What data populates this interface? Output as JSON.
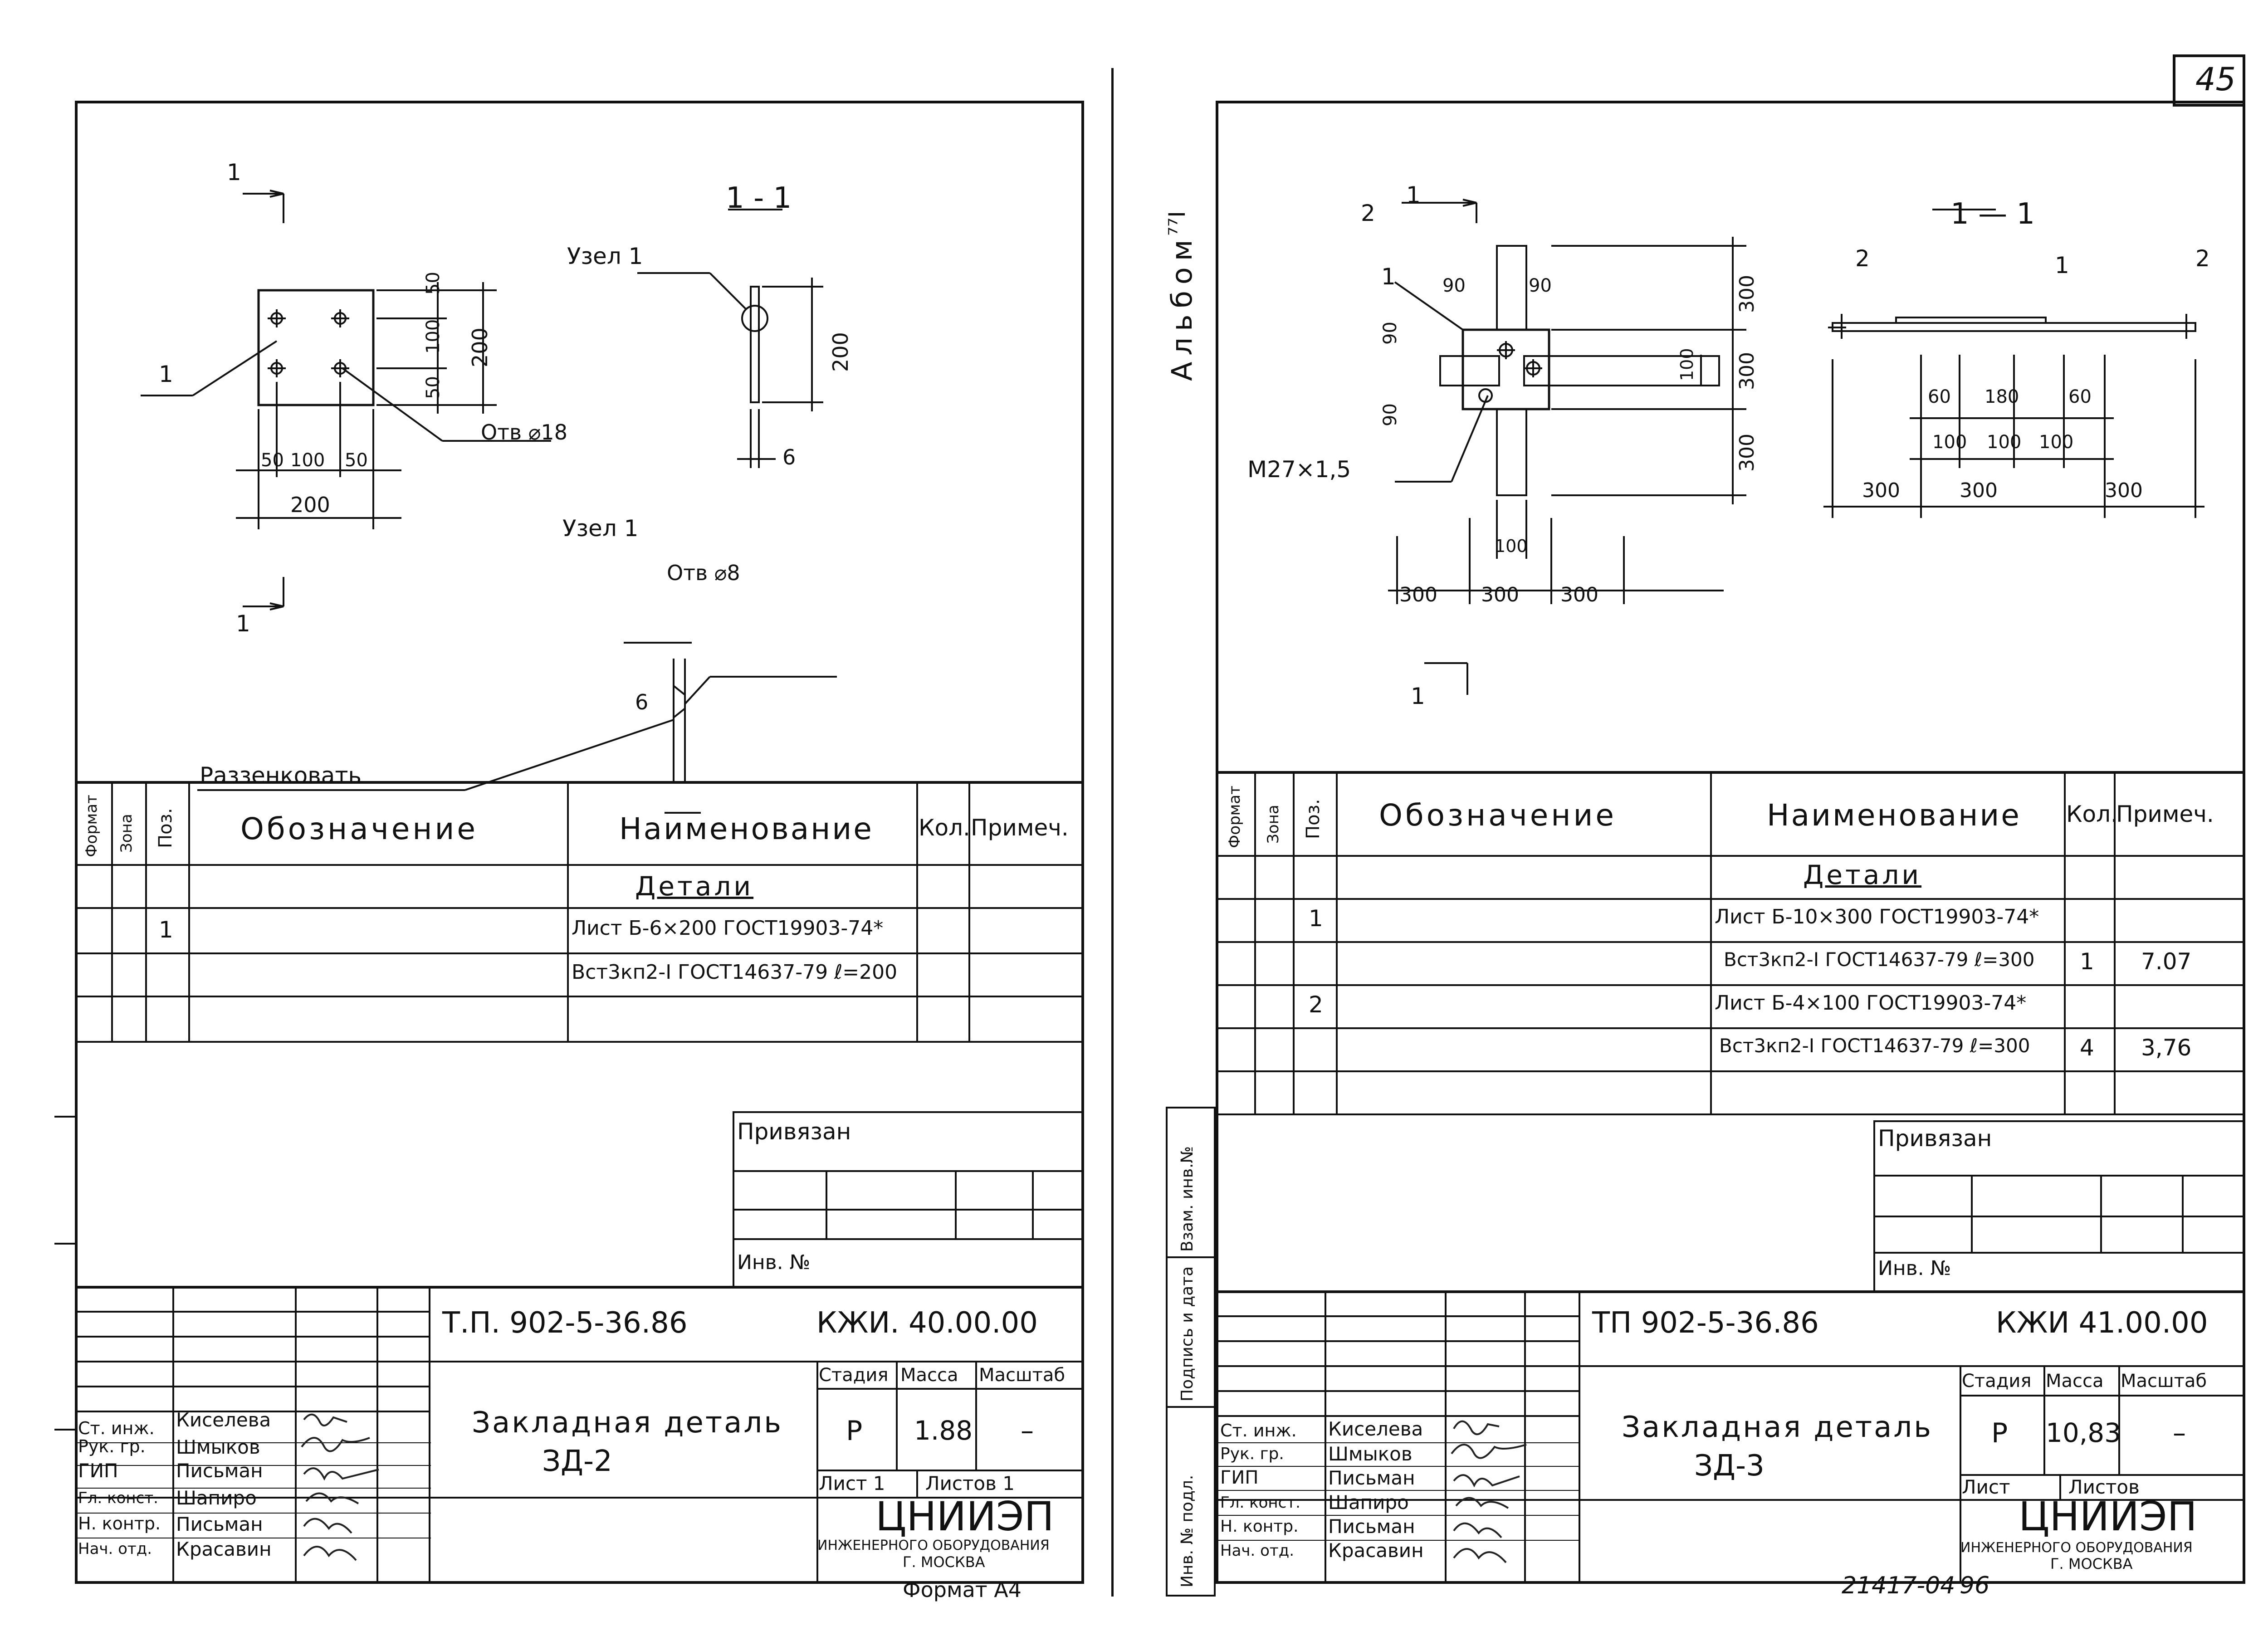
{
  "page_number": "45",
  "album_label": "Альбом",
  "album_mark": "⁷⁷I",
  "bottom_code": "21417-04",
  "bottom_code_tail": "96",
  "format_label": "Формат А4",
  "side_labels": [
    "Инв. № подл.",
    "Подпись и дата",
    "Взам. инв.№"
  ],
  "sheets": [
    {
      "drawing": {
        "section_marks": [
          "1",
          "1"
        ],
        "section_title": "1 - 1",
        "node_label": "Узел 1",
        "node_title": "Узел 1",
        "pos1": "1",
        "hole18": "Отв ⌀18",
        "hole8": "Отв ⌀8",
        "countersink": "Раззенковать",
        "dims_v": [
          "50",
          "100",
          "50",
          "200"
        ],
        "dims_h": [
          "50",
          "100",
          "50"
        ],
        "dim_total": "200",
        "dim_side": "200",
        "thick": "6",
        "thick2": "6"
      },
      "spec": {
        "headers": [
          "Формат",
          "Зона",
          "Поз.",
          "Обозначение",
          "Наименование",
          "Кол.",
          "Примеч."
        ],
        "section": "Детали",
        "rows": [
          {
            "pos": "1",
            "name": "Лист Б-6×200 ГОСТ19903-74*",
            "qty": "",
            "note": ""
          },
          {
            "pos": "",
            "name": "Вст3кп2-I ГОСТ14637-79 ℓ=200",
            "qty": "",
            "note": ""
          }
        ]
      },
      "bound": {
        "title": "Привязан",
        "inv": "Инв. №"
      },
      "title_block": {
        "code": "Т.П. 902-5-36.86",
        "code2": "КЖИ. 40.00.00",
        "name_line1": "Закладная деталь",
        "name_line2": "ЗД-2",
        "stage_h": "Стадия",
        "mass_h": "Масса",
        "scale_h": "Масштаб",
        "stage": "Р",
        "mass": "1.88",
        "scale": "–",
        "sheet": "Лист 1",
        "sheets": "Листов 1",
        "org": "ЦНИИЭП",
        "org_sub": "инженерного оборудования",
        "city": "г. Москва",
        "people": [
          {
            "role": "Ст. инж.",
            "name": "Киселева"
          },
          {
            "role": "Рук. гр.",
            "name": "Шмыков"
          },
          {
            "role": "ГИП",
            "name": "Письман"
          },
          {
            "role": "Гл. конст.",
            "name": "Шапиро"
          },
          {
            "role": "Н. контр.",
            "name": "Письман"
          },
          {
            "role": "Нач. отд.",
            "name": "Красавин"
          }
        ]
      }
    },
    {
      "drawing": {
        "section_marks": [
          "1",
          "1"
        ],
        "section_title": "1 — 1",
        "labels": [
          "2",
          "1",
          "2",
          "1",
          "2"
        ],
        "thread": "М27×1,5",
        "dims_top": [
          "90",
          "90"
        ],
        "dims_left": [
          "90",
          "90"
        ],
        "dims_right_v": [
          "300",
          "300",
          "300"
        ],
        "dim_100v": "100",
        "dim_100h": "100",
        "dims_bottom": [
          "300",
          "300",
          "300"
        ],
        "sec_dims1": [
          "60",
          "180",
          "60"
        ],
        "sec_dims2": [
          "100",
          "100",
          "100"
        ],
        "sec_dims3": [
          "300",
          "300",
          "300"
        ]
      },
      "spec": {
        "headers": [
          "Формат",
          "Зона",
          "Поз.",
          "Обозначение",
          "Наименование",
          "Кол.",
          "Примеч."
        ],
        "section": "Детали",
        "rows": [
          {
            "pos": "1",
            "name": "Лист Б-10×300 ГОСТ19903-74*",
            "qty": "",
            "note": ""
          },
          {
            "pos": "",
            "name": "Вст3кп2-I ГОСТ14637-79 ℓ=300",
            "qty": "1",
            "note": "7.07"
          },
          {
            "pos": "2",
            "name": "Лист Б-4×100 ГОСТ19903-74*",
            "qty": "",
            "note": ""
          },
          {
            "pos": "",
            "name": "Вст3кп2-I ГОСТ14637-79 ℓ=300",
            "qty": "4",
            "note": "3,76"
          }
        ]
      },
      "bound": {
        "title": "Привязан",
        "inv": "Инв. №"
      },
      "title_block": {
        "code": "ТП 902-5-36.86",
        "code2": "КЖИ 41.00.00",
        "name_line1": "Закладная деталь",
        "name_line2": "ЗД-3",
        "stage_h": "Стадия",
        "mass_h": "Масса",
        "scale_h": "Масштаб",
        "stage": "Р",
        "mass": "10,83",
        "scale": "–",
        "sheet": "Лист",
        "sheets": "Листов",
        "org": "ЦНИИЭП",
        "org_sub": "инженерного оборудования",
        "city": "г. Москва",
        "people": [
          {
            "role": "Ст. инж.",
            "name": "Киселева"
          },
          {
            "role": "Рук. гр.",
            "name": "Шмыков"
          },
          {
            "role": "ГИП",
            "name": "Письман"
          },
          {
            "role": "Гл. конст.",
            "name": "Шапиро"
          },
          {
            "role": "Н. контр.",
            "name": "Письман"
          },
          {
            "role": "Нач. отд.",
            "name": "Красавин"
          }
        ]
      }
    }
  ]
}
